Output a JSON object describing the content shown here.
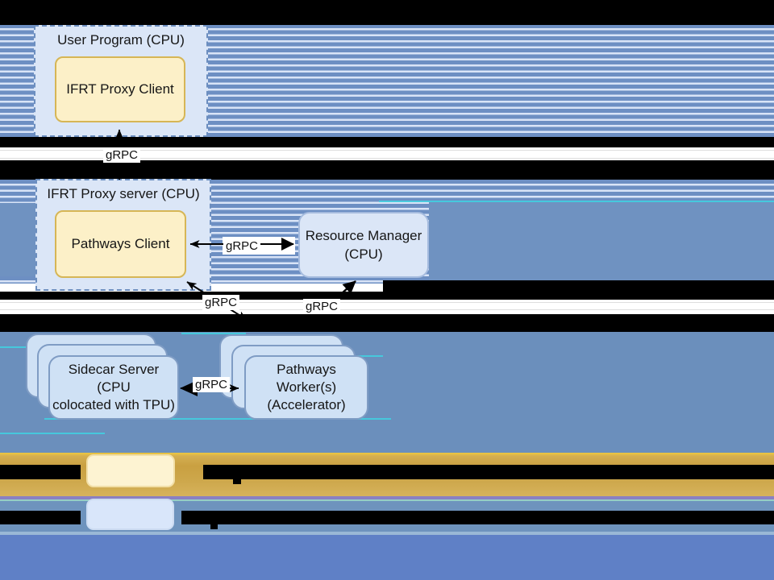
{
  "diagram_title_visible": false,
  "nodes": {
    "user_program": "User Program (CPU)",
    "ifrt_proxy_client": "IFRT Proxy Client",
    "proxy_server": "IFRT Proxy server (CPU)",
    "pathways_client": "Pathways Client",
    "resource_manager_line1": "Resource Manager",
    "resource_manager_line2": "(CPU)",
    "sidecar_line1": "Sidecar Server (CPU",
    "sidecar_line2": "colocated with TPU)",
    "workers_line1": "Pathways Worker(s)",
    "workers_line2": "(Accelerator)"
  },
  "labels": {
    "grpc": "gRPC"
  },
  "colors": {
    "stripe_blue": "#6d8fc3",
    "stripe_gap": "#d9e4f7",
    "panel_fill": "#dbe6f7",
    "panel_border": "#6c8ebf",
    "yellow_fill": "#fcf0c8",
    "yellow_border": "#d6b656",
    "card_fill": "#cfe1f5",
    "card_border": "#7f9cc4",
    "section_blue": "#6f92c1",
    "mid_slate": "#6b8fbc",
    "bottom_blue": "#5f80c6",
    "gold_band": "#cda74b",
    "redaction": "#000000",
    "legend_yellow_fill": "#fdf3d2",
    "legend_blue_fill": "#d9e6fa"
  }
}
